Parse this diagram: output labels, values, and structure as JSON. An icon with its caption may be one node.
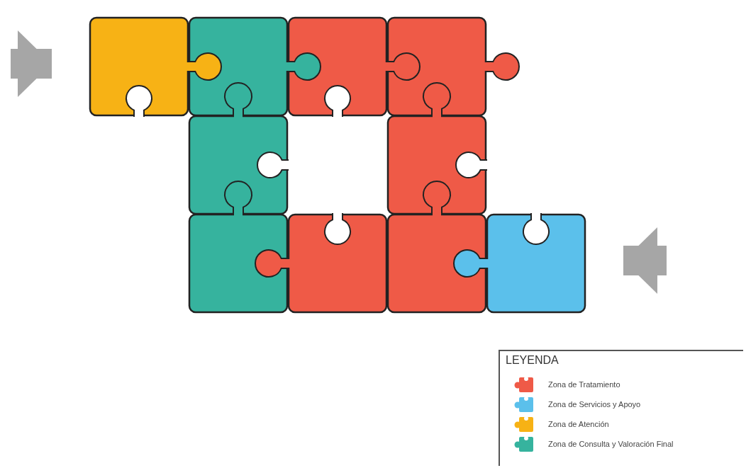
{
  "diagram": {
    "nodes": [
      {
        "text": [],
        "shape": "puzzle"
      },
      {
        "text": [],
        "shape": "puzzle"
      },
      {
        "text": [],
        "shape": "puzzle"
      },
      {
        "text": [],
        "shape": "puzzle"
      },
      {
        "text": [],
        "shape": "puzzle"
      },
      {
        "text": [],
        "shape": "puzzle"
      },
      {
        "text": [],
        "shape": "puzzle"
      },
      {
        "text": [],
        "shape": "puzzle"
      },
      {
        "text": [],
        "shape": "puzzle"
      },
      {
        "text": [],
        "shape": "puzzle"
      }
    ],
    "edges": [
      {
        "from": null,
        "to": 0,
        "arrow": "to",
        "color": "#a6a6a6"
      },
      {
        "from": null,
        "to": 9,
        "arrow": "to",
        "color": "#a6a6a6"
      }
    ],
    "labels": [
      "LEYENDA"
    ],
    "legend": [
      {
        "text": "Zona de Tratamiento",
        "color": "#ef5a47"
      },
      {
        "text": "Zona de Servicios y Apoyo",
        "color": "#5bc0eb"
      },
      {
        "text": "Zona de Atención",
        "color": "#f7b215"
      },
      {
        "text": "Zona de Consulta y Valoración Final",
        "color": "#36b39e"
      }
    ]
  }
}
